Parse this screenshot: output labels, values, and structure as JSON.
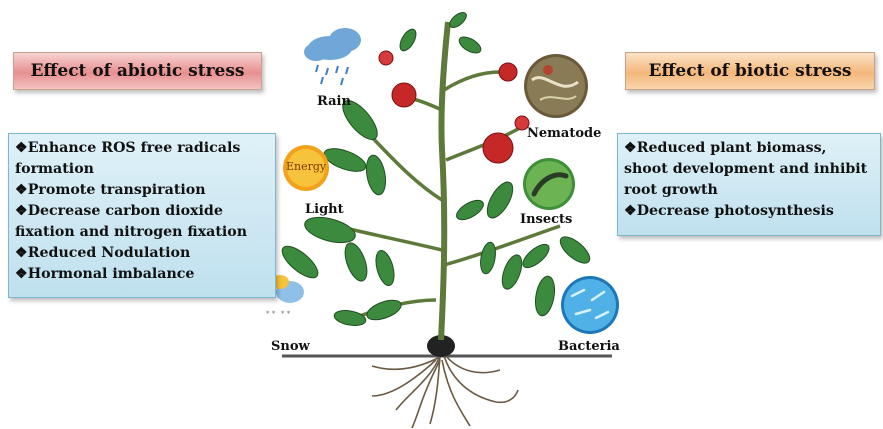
{
  "headers": {
    "abiotic": "Effect of abiotic stress",
    "biotic": "Effect of biotic stress"
  },
  "abiotic_effects": [
    "❖Enhance ROS free radicals formation",
    "❖Promote transpiration",
    "❖Decrease carbon dioxide fixation and nitrogen fixation",
    "❖Reduced Nodulation",
    "❖Hormonal imbalance"
  ],
  "biotic_effects": [
    "❖Reduced plant biomass, shoot development and inhibit root growth",
    "❖Decrease photosynthesis"
  ],
  "labels": {
    "rain": "Rain",
    "light": "Light",
    "snow": "Snow",
    "energy": "Energy",
    "nematode": "Nematode",
    "insects": "Insects",
    "bacteria": "Bacteria"
  },
  "colors": {
    "abiotic_header": "#e88f8f",
    "biotic_header": "#f4b77a",
    "effect_box": "#cfe8f3",
    "leaf": "#2f7d32",
    "fruit": "#c62828"
  }
}
